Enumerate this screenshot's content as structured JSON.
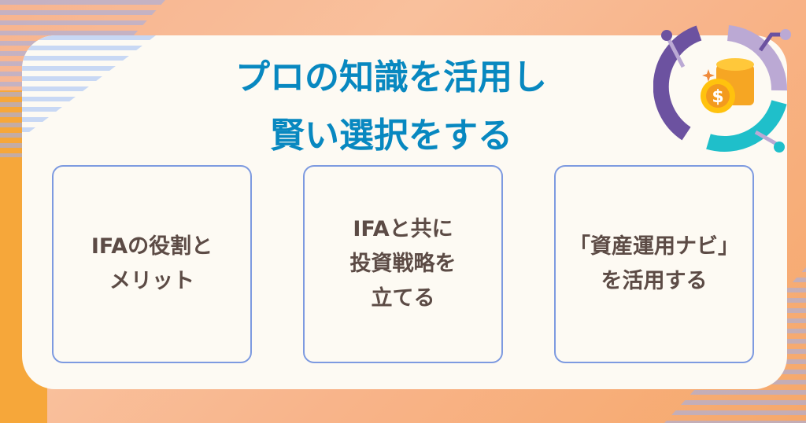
{
  "title": {
    "line1": "プロの知識を活用し",
    "line2": "賢い選択をする"
  },
  "boxes": [
    {
      "line1": "IFAの役割と",
      "line2": "メリット"
    },
    {
      "line1": "IFAと共に",
      "line2": "投資戦略を",
      "line3": "立てる"
    },
    {
      "line1": "「資産運用ナビ」",
      "line2": "を活用する"
    }
  ],
  "colors": {
    "title": "#0888c0",
    "border": "#7d9ae0",
    "text": "#5c4b45",
    "card": "#fdfaf3"
  }
}
